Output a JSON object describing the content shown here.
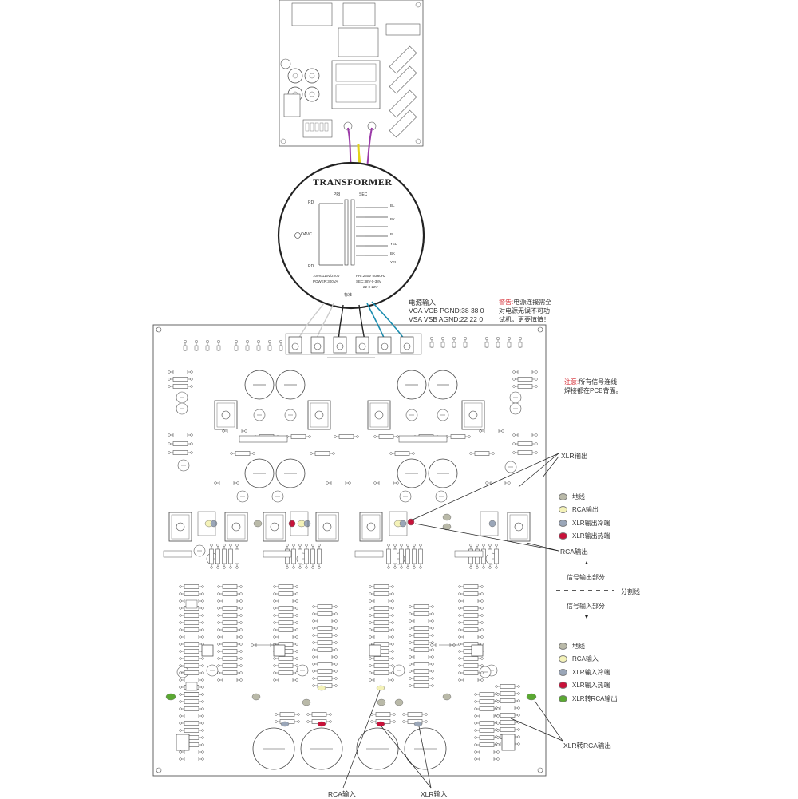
{
  "transformer": {
    "title": "TRANSFORMER",
    "pri": "PRI",
    "sec": "SEC",
    "left_terminals": [
      "RD",
      "RD"
    ],
    "ground": "OAVC",
    "right_terminals": [
      "BL",
      "BK",
      "BL",
      "YEL",
      "BK",
      "YEL"
    ],
    "specs_left": [
      "100V/115V/220V",
      "POWER:300VA"
    ],
    "specs_right": [
      "PRI:230V 50/60Hz",
      "SEC:38V-0-38V",
      "22-0-22V"
    ],
    "bottom_mark": "标准"
  },
  "power_input": {
    "heading": "电源输入",
    "line1": "VCA VCB PGND:38 38 0",
    "line2": "VSA VSB AGND:22 22 0"
  },
  "warning1": {
    "prefix": "警告:",
    "text": "电源连接需全",
    "line2": "对电源无误不可功",
    "line3": "试机，更要慎慎！"
  },
  "note1": {
    "prefix": "注意:",
    "text": "所有信号连线",
    "line2": "焊接都在PCB背面。"
  },
  "legend_top": [
    {
      "label": "地线",
      "color": "#b9b9a8"
    },
    {
      "label": "RCA输出",
      "color": "#f4f2b8"
    },
    {
      "label": "XLR输出冷端",
      "color": "#9aa6b8"
    },
    {
      "label": "XLR输出热端",
      "color": "#c8123a"
    }
  ],
  "legend_bottom": [
    {
      "label": "地线",
      "color": "#b9b9a8"
    },
    {
      "label": "RCA输入",
      "color": "#f4f2b8"
    },
    {
      "label": "XLR输入冷端",
      "color": "#9aa6b8"
    },
    {
      "label": "XLR输入热端",
      "color": "#c8123a"
    },
    {
      "label": "XLR转RCA输出",
      "color": "#5aa832"
    }
  ],
  "callouts": {
    "xlr_out": "XLR输出",
    "rca_out": "RCA输出",
    "signal_out_part": "信号输出部分",
    "divider": "分割线",
    "signal_in_part": "信号输入部分",
    "xlr_to_rca_out": "XLR转RCA输出",
    "rca_in": "RCA输入",
    "xlr_in": "XLR输入"
  }
}
